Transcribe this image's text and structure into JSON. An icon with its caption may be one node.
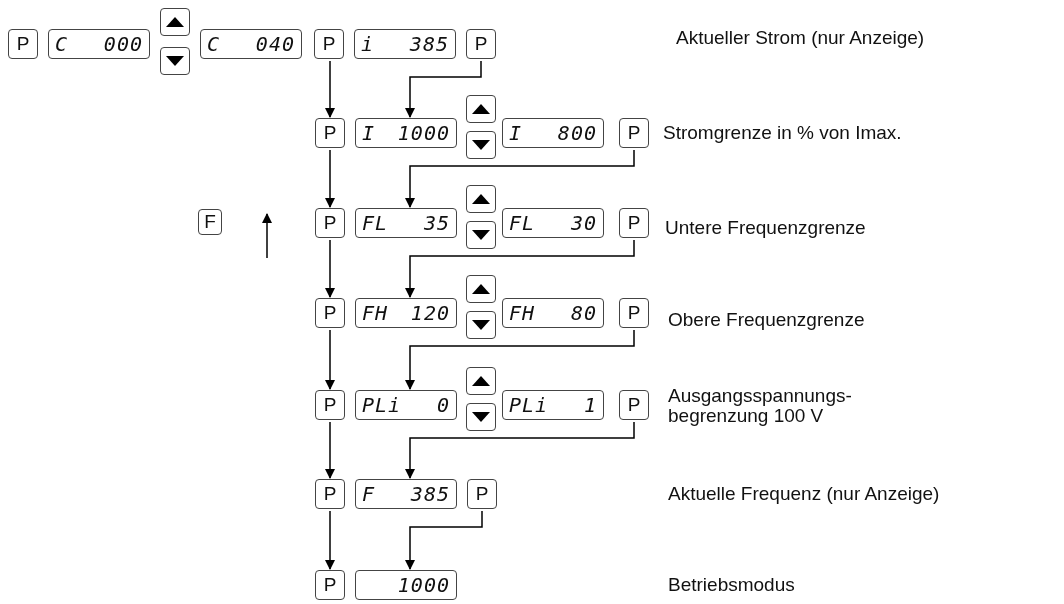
{
  "diagram": {
    "nodes": [
      {
        "text": [
          "P"
        ]
      },
      {
        "text": [
          "C 000"
        ]
      },
      {
        "text": [],
        "shape": "box"
      },
      {
        "text": [],
        "shape": "box"
      },
      {
        "text": [
          "C 040"
        ]
      },
      {
        "text": [
          "P"
        ]
      },
      {
        "text": [
          "i 385"
        ]
      },
      {
        "text": [
          "P"
        ]
      },
      {
        "text": [
          "P"
        ]
      },
      {
        "text": [
          "I 1000"
        ]
      },
      {
        "text": [],
        "shape": "box"
      },
      {
        "text": [],
        "shape": "box"
      },
      {
        "text": [
          "I 800"
        ]
      },
      {
        "text": [
          "P"
        ]
      },
      {
        "text": [
          "F"
        ]
      },
      {
        "text": [
          "P"
        ]
      },
      {
        "text": [
          "FL 35"
        ]
      },
      {
        "text": [],
        "shape": "box"
      },
      {
        "text": [],
        "shape": "box"
      },
      {
        "text": [
          "FL 30"
        ]
      },
      {
        "text": [
          "P"
        ]
      },
      {
        "text": [
          "P"
        ]
      },
      {
        "text": [
          "FH 120"
        ]
      },
      {
        "text": [],
        "shape": "box"
      },
      {
        "text": [],
        "shape": "box"
      },
      {
        "text": [
          "FH 80"
        ]
      },
      {
        "text": [
          "P"
        ]
      },
      {
        "text": [
          "P"
        ]
      },
      {
        "text": [
          "PLi 0"
        ]
      },
      {
        "text": [],
        "shape": "box"
      },
      {
        "text": [],
        "shape": "box"
      },
      {
        "text": [
          "PLi 1"
        ]
      },
      {
        "text": [
          "P"
        ]
      },
      {
        "text": [
          "P"
        ]
      },
      {
        "text": [
          "F 385"
        ]
      },
      {
        "text": [
          "P"
        ]
      },
      {
        "text": [
          "P"
        ]
      },
      {
        "text": [
          "1000"
        ]
      }
    ],
    "edges": [
      {
        "from": 5,
        "to": 8,
        "arrow": "to"
      },
      {
        "from": 7,
        "to": 9,
        "arrow": "to"
      },
      {
        "from": 8,
        "to": 15,
        "arrow": "to"
      },
      {
        "from": 13,
        "to": 16,
        "arrow": "to"
      },
      {
        "from": 15,
        "to": 21,
        "arrow": "to"
      },
      {
        "from": 20,
        "to": 22,
        "arrow": "to"
      },
      {
        "from": 21,
        "to": 27,
        "arrow": "to"
      },
      {
        "from": 26,
        "to": 28,
        "arrow": "to"
      },
      {
        "from": 27,
        "to": 33,
        "arrow": "to"
      },
      {
        "from": 32,
        "to": 34,
        "arrow": "to"
      },
      {
        "from": 33,
        "to": 36,
        "arrow": "to"
      },
      {
        "from": 35,
        "to": 37,
        "arrow": "to"
      }
    ],
    "labels": [
      "Aktueller Strom (nur Anzeige)",
      "Stromgrenze in % von Imax.",
      "Untere Frequenzgrenze",
      "Obere Frequenzgrenze",
      "Ausgangsspannungs- begrenzung 100 V",
      "Aktuelle Frequenz (nur Anzeige)",
      "Betriebsmodus"
    ]
  }
}
